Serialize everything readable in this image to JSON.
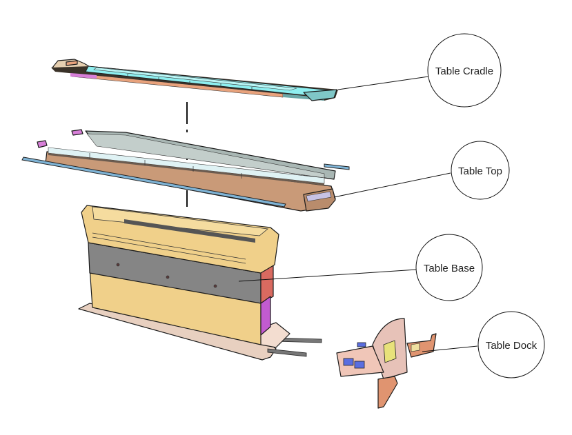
{
  "diagram": {
    "title": "Exploded table assembly",
    "callouts": [
      {
        "id": "cradle",
        "label": "Table Cradle"
      },
      {
        "id": "top",
        "label": "Table Top"
      },
      {
        "id": "base",
        "label": "Table Base"
      },
      {
        "id": "dock",
        "label": "Table Dock"
      }
    ],
    "colors": {
      "cradle_top": "#8eeff0",
      "cradle_side": "#e8a27c",
      "cradle_accent": "#d77fd8",
      "top_tray": "#c99a78",
      "top_rail": "#7fb4d6",
      "top_cover": "#a9b7b4",
      "base_body": "#f0d08a",
      "base_band": "#858585",
      "base_red": "#d96a60",
      "base_magenta": "#c25bd0",
      "dock_body": "#f0c6b8",
      "dock_bracket": "#e09470",
      "dock_blue": "#5a6ee0"
    }
  }
}
